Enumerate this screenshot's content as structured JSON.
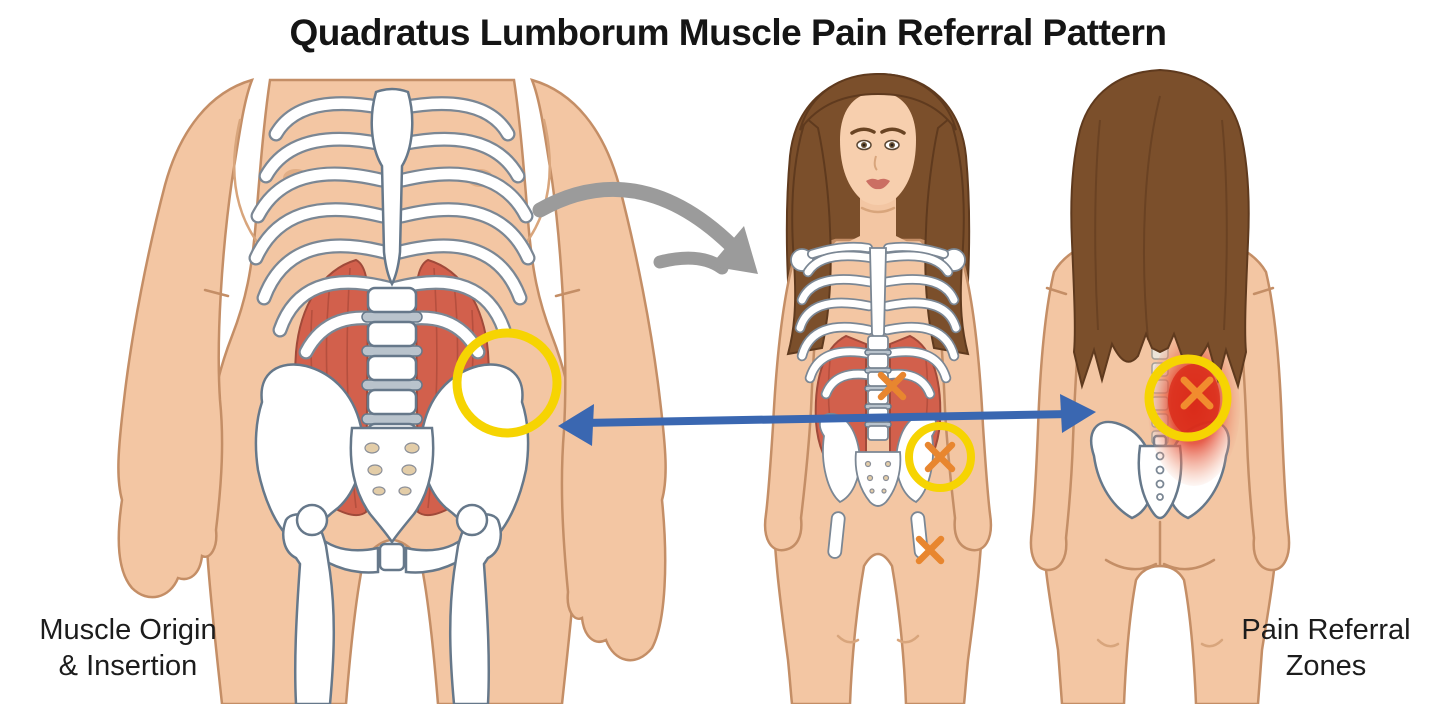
{
  "title": "Quadratus Lumborum Muscle Pain Referral Pattern",
  "left_caption": {
    "line1": "Muscle Origin",
    "line2": "& Insertion"
  },
  "right_caption": {
    "line1": "Pain Referral",
    "line2": "Zones"
  },
  "colors": {
    "background": "#ffffff",
    "skin": "#f3c6a3",
    "skin_outline": "#c48e66",
    "bone_fill": "#ffffff",
    "bone_outline": "#66788a",
    "muscle_red": "#d2604c",
    "hair_brown": "#7b4f2b",
    "highlight_yellow": "#f6d402",
    "trigger_marker_orange": "#e8862f",
    "pain_zone_red": "#e0321f",
    "connection_arrow_blue": "#3a67b1",
    "transition_arrow_gray": "#9b9b9b",
    "title_text": "#151515"
  }
}
